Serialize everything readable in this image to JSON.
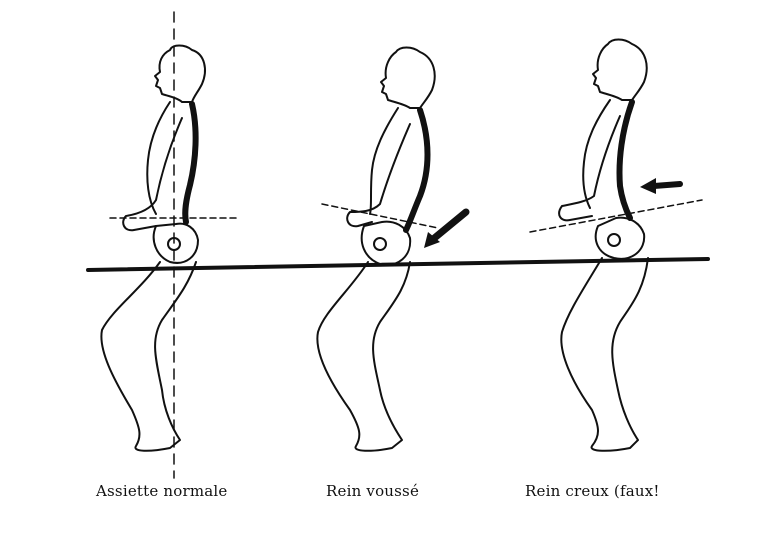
{
  "captions": {
    "normal": "Assiette normale",
    "vousse": "Rein voussé",
    "creux": "Rein creux (faux!"
  }
}
